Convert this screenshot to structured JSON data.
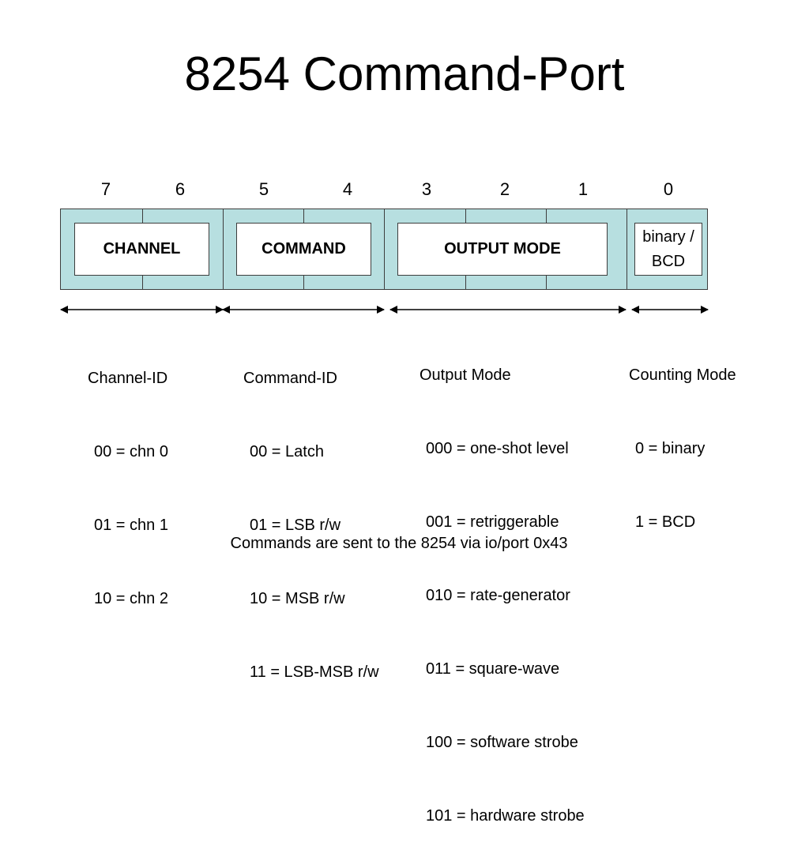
{
  "title": "8254 Command-Port",
  "bit_numbers": [
    "7",
    "6",
    "5",
    "4",
    "3",
    "2",
    "1",
    "0"
  ],
  "fields": {
    "channel": "CHANNEL",
    "command": "COMMAND",
    "output_mode": "OUTPUT MODE",
    "bcd": "binary / BCD"
  },
  "groups": [
    {
      "heading": "Channel-ID",
      "lines": [
        "00 = chn 0",
        "01 = chn 1",
        "10 = chn 2"
      ]
    },
    {
      "heading": "Command-ID",
      "lines": [
        "00 = Latch",
        "01 = LSB r/w",
        "10 = MSB r/w",
        "11 = LSB-MSB r/w"
      ]
    },
    {
      "heading": "Output Mode",
      "lines": [
        "000 = one-shot level",
        "001 = retriggerable",
        "010 = rate-generator",
        "011 = square-wave",
        "100 = software strobe",
        "101 = hardware strobe"
      ]
    },
    {
      "heading": "Counting Mode",
      "lines": [
        "0 = binary",
        "1 = BCD"
      ]
    }
  ],
  "footer": "Commands are sent to the 8254 via io/port 0x43",
  "colors": {
    "register_fill": "#b7dfe0",
    "field_fill": "#ffffff",
    "stroke": "#3d3d3d"
  }
}
